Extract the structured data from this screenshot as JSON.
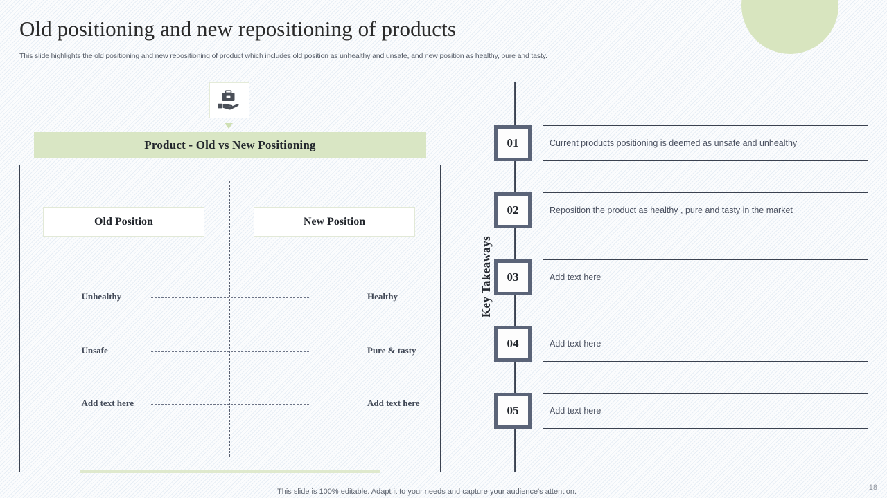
{
  "slide": {
    "title": "Old positioning and new repositioning of products",
    "subtitle": "This slide highlights the old positioning and new repositioning of product which includes old position as unhealthy and unsafe, and new position as healthy, pure and tasty.",
    "footer_note": "This slide is 100% editable. Adapt it to your needs and capture your audience's attention.",
    "page_number": "18"
  },
  "colors": {
    "accent_green": "#d9e6c4",
    "underline_green": "#dfe9cd",
    "slate": "#5b6478",
    "border_dark": "#3b4250",
    "background": "#fbfcfd"
  },
  "icon": {
    "name": "hand-holding-briefcase-icon"
  },
  "left_panel": {
    "band_label": "Product - Old vs New Positioning",
    "columns": [
      {
        "key": "old",
        "label": "Old Position"
      },
      {
        "key": "new",
        "label": "New Position"
      }
    ],
    "comparisons": [
      {
        "old": "Unhealthy",
        "new": "Healthy"
      },
      {
        "old": "Unsafe",
        "new": "Pure & tasty"
      },
      {
        "old": "Add text here",
        "new": "Add text here"
      }
    ]
  },
  "right_panel": {
    "vertical_title": "Key Takeaways",
    "items": [
      {
        "number": "01",
        "text": "Current  products positioning is deemed as unsafe  and unhealthy"
      },
      {
        "number": "02",
        "text": "Reposition the product as healthy  , pure and tasty  in the market"
      },
      {
        "number": "03",
        "text": "Add text here"
      },
      {
        "number": "04",
        "text": "Add text here"
      },
      {
        "number": "05",
        "text": "Add text here"
      }
    ]
  }
}
